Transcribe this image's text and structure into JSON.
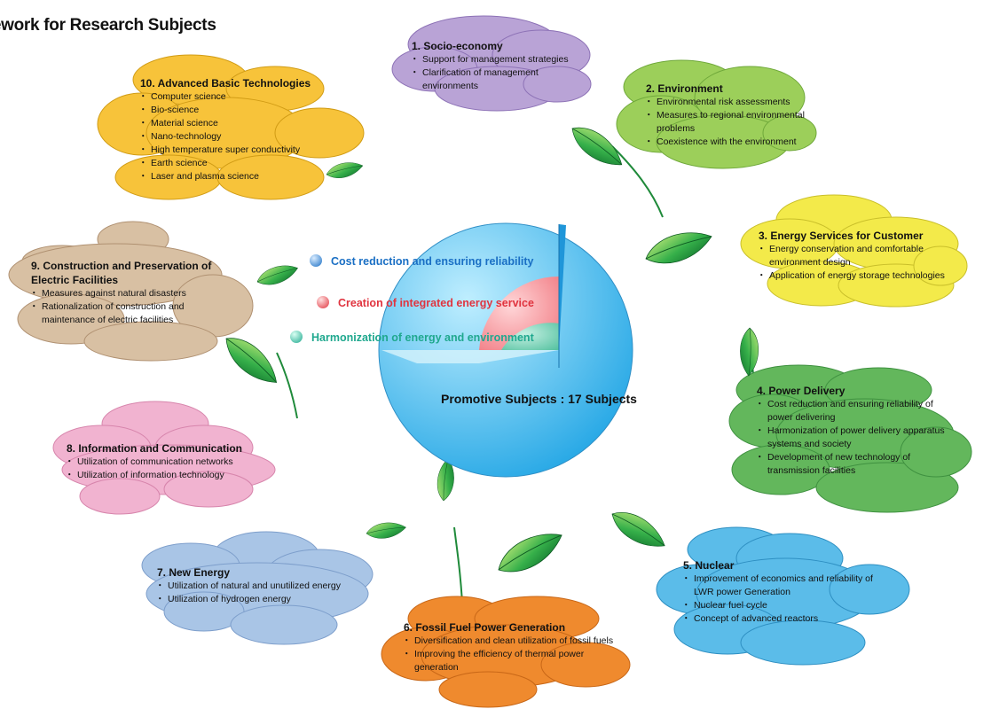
{
  "title": "amework for Research Subjects",
  "center": {
    "label": "Promotive Subjects : 17 Subjects",
    "legend": [
      {
        "text": "Cost reduction and ensuring reliability",
        "color": "#1a6fc4"
      },
      {
        "text": "Creation of integrated energy service",
        "color": "#e0343f"
      },
      {
        "text": "Harmonization of energy and environment",
        "color": "#1fa88e"
      }
    ]
  },
  "subjects": [
    {
      "heading": "1. Socio-economy",
      "items": [
        "Support for management strategies",
        "Clarification of management environments"
      ],
      "color": "#b9a3d6"
    },
    {
      "heading": "2. Environment",
      "items": [
        "Environmental risk assessments",
        "Measures to regional environmental problems",
        "Coexistence with the environment"
      ],
      "color": "#9ccf5a"
    },
    {
      "heading": "3. Energy Services for Customer",
      "items": [
        "Energy conservation and comfortable environment design",
        "Application of energy storage technologies"
      ],
      "color": "#f3ea4a"
    },
    {
      "heading": "4. Power Delivery",
      "items": [
        "Cost reduction and ensuring reliability of power delivering",
        "Harmonization of power delivery apparatus systems and society",
        "Development of new technology of transmission facilities"
      ],
      "color": "#63b75c"
    },
    {
      "heading": "5. Nuclear",
      "items": [
        "Improvement of economics and reliability of LWR power Generation",
        "Nuclear fuel cycle",
        "Concept of advanced reactors"
      ],
      "color": "#5bbce9"
    },
    {
      "heading": "6. Fossil Fuel Power Generation",
      "items": [
        "Diversification and clean utilization of fossil fuels",
        "Improving the efficiency of thermal power generation"
      ],
      "color": "#ef8a2e"
    },
    {
      "heading": "7. New Energy",
      "items": [
        "Utilization of natural and unutilized energy",
        "Utilization of hydrogen energy"
      ],
      "color": "#a9c5e6"
    },
    {
      "heading": "8. Information and Communication",
      "items": [
        "Utilization of communication networks",
        "Utilization of information technology"
      ],
      "color": "#f1b3d0"
    },
    {
      "heading": "9. Construction and Preservation of Electric Facilities",
      "items": [
        "Measures against natural disasters",
        "Rationalization of construction and maintenance of electric facilities"
      ],
      "color": "#d8c0a3"
    },
    {
      "heading": "10. Advanced Basic Technologies",
      "items": [
        "Computer science",
        "Bio-science",
        "Material science",
        "Nano-technology",
        "High temperature super conductivity",
        "Earth science",
        "Laser and plasma science"
      ],
      "color": "#f7c33a"
    }
  ]
}
